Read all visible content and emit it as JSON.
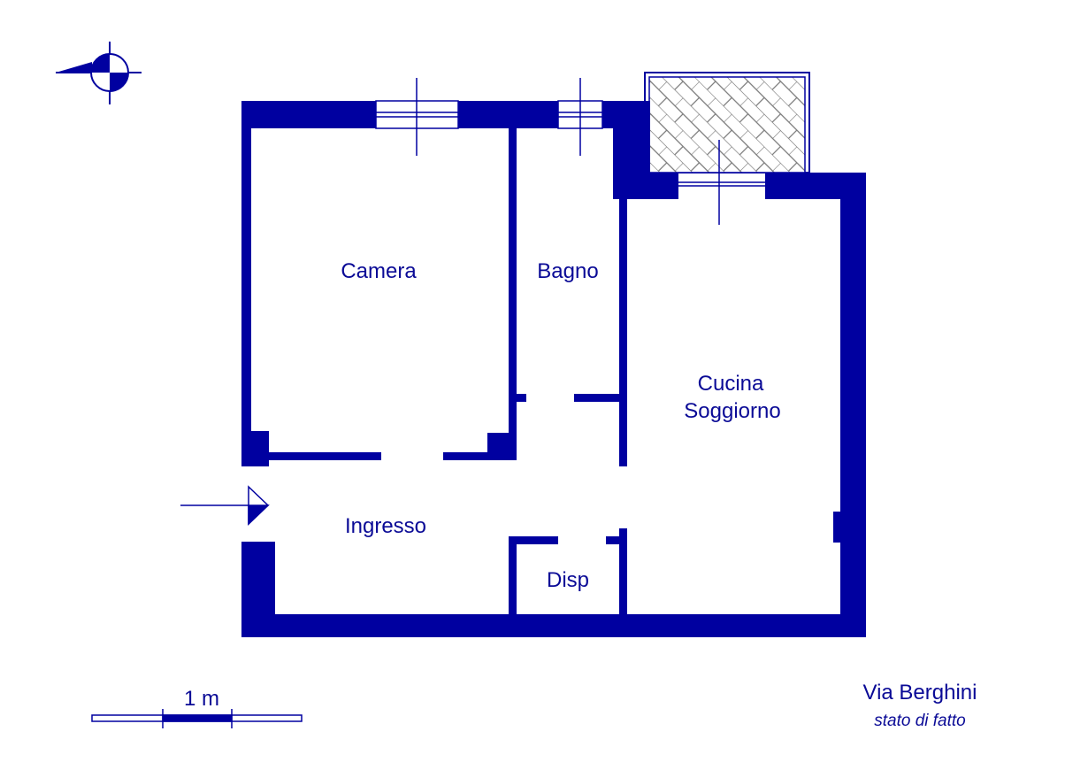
{
  "colors": {
    "wall": "#0000A0",
    "hatch": "#777777",
    "background": "#ffffff"
  },
  "rooms": {
    "camera": "Camera",
    "bagno": "Bagno",
    "cucina_line1": "Cucina",
    "cucina_line2": "Soggiorno",
    "ingresso": "Ingresso",
    "disp": "Disp"
  },
  "scale": {
    "label": "1 m"
  },
  "title": {
    "address": "Via Berghini",
    "subtitle": "stato di fatto"
  },
  "icons": {
    "north": "north-compass-icon",
    "entry": "entry-arrow-icon"
  }
}
